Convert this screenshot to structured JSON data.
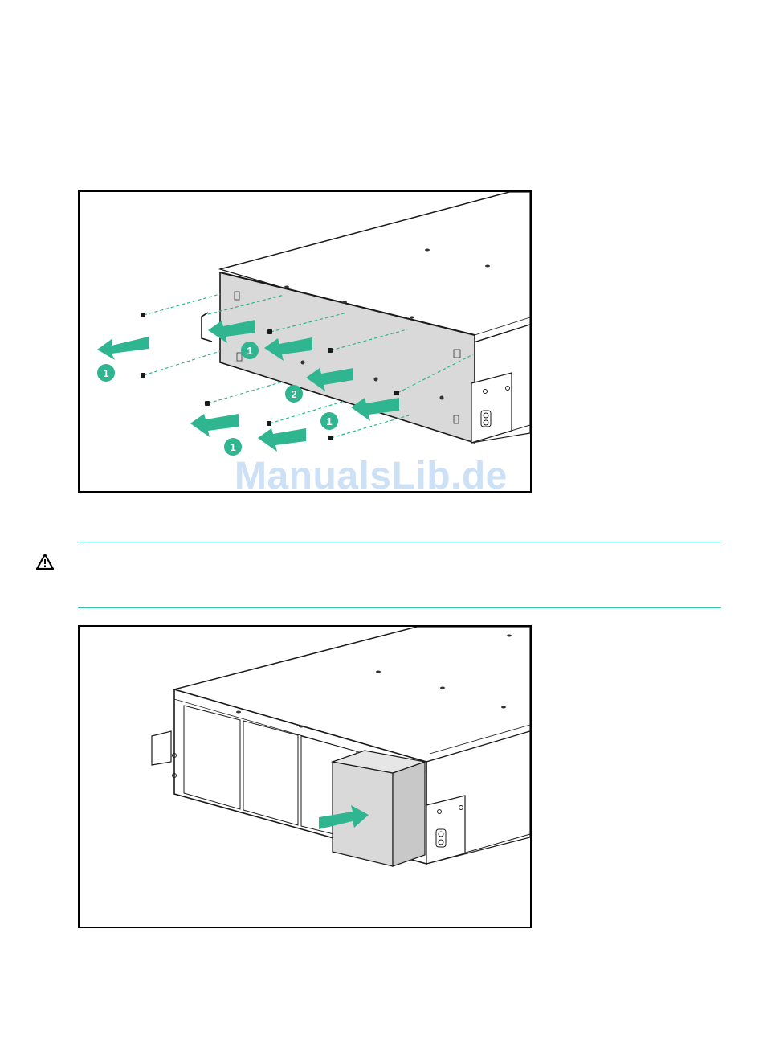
{
  "figure1": {
    "callouts": [
      "1",
      "1",
      "2",
      "1",
      "1"
    ]
  },
  "figure2": {},
  "watermark": {
    "text": "ManualsLib.de"
  },
  "warning": {
    "icon": "warning-triangle-icon"
  },
  "colors": {
    "accent": "#2ec4a2",
    "arrow": "#2fb58f",
    "panel": "#d9d9d9",
    "chassis_line": "#1a1a1a"
  }
}
